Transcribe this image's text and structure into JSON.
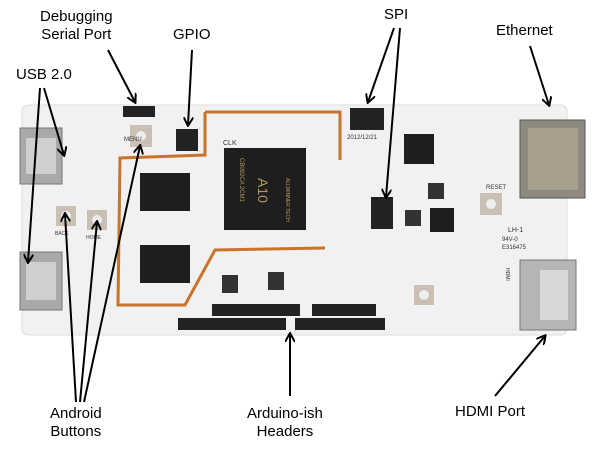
{
  "labels": {
    "usb": "USB 2.0",
    "debug_line1": "Debugging",
    "debug_line2": "Serial Port",
    "gpio": "GPIO",
    "spi": "SPI",
    "ethernet": "Ethernet",
    "android_line1": "Android",
    "android_line2": "Buttons",
    "arduino_line1": "Arduino-ish",
    "arduino_line2": "Headers",
    "hdmi": "HDMI Port"
  },
  "silkscreen": {
    "menu": "MENU",
    "back": "BACK",
    "home": "HOME",
    "clk": "CLK",
    "date": "2012/12/21",
    "reset": "RESET",
    "lh": "LH-1",
    "rating": "94V-0",
    "cert": "E316475",
    "hdmi": "HDMI",
    "soc": "A10",
    "soc_code": "CB092CA 2CM1",
    "soc_brand": "ALLWINNER TECH"
  },
  "colors": {
    "board": "#f1f1f1",
    "trace": "#c8742a",
    "chip": "#1e1e1e",
    "metal": "#a9a9a9",
    "arrow": "#000000"
  }
}
